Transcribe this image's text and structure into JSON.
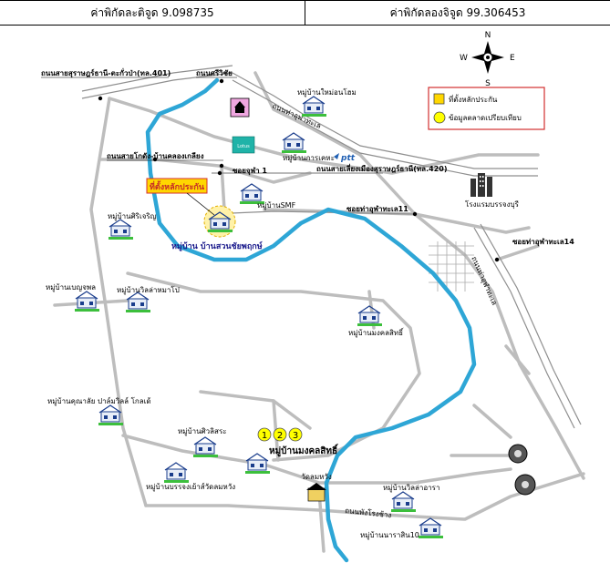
{
  "header": {
    "lat_text": "ค่าพิกัดละติจูด 9.098735",
    "lon_text": "ค่าพิกัดลองจิจูด 99.306453"
  },
  "compass": {
    "n": "N",
    "s": "S",
    "e": "E",
    "w": "W"
  },
  "legend": {
    "collateral": "ที่ตั้งหลักประกัน",
    "comparable": "ข้อมูลตลาดเปรียบเทียบ",
    "collateral_color": "#ffd700",
    "comparable_color": "#ffff00",
    "border_color": "#d32f2f"
  },
  "callout": {
    "label": "ที่ตั้งหลักประกัน",
    "project": "หมู่บ้าน บ้านสวนชัยพฤกษ์"
  },
  "roads": {
    "r401": "ถนนสายสุราษฎร์ธานี-ตะกั่วป่า(ทล.401)",
    "sri_wichai": "ถนนศรีวิชัย",
    "klong": "ถนนสายโกดัง-บ้านคลองเกลียง",
    "soi1": "ซอยจุฬา 1",
    "r420": "ถนนสายเลี่ยงเมืองสุราษฎร์ธานี(ทล.420)",
    "soi11": "ซอยท่าอุฬาทะเล11",
    "soi14": "ซอยท่าอุฬาทะเล14",
    "jula1": "ถนนท่าอุฬาทะเล",
    "jula2": "ถนนท่าอุฬาทะเล",
    "phang": "ถนนพังโรงช้าง"
  },
  "places": {
    "v_mai": "หมู่บ้านใหม่อนโฮม",
    "v_kankheha": "หมู่บ้านการเคหะ",
    "v_smf": "หมู่บ้านSMF",
    "v_sirichai": "หมู่บ้านศิริเจริญ",
    "v_benja": "หมู่บ้านเบญจพล",
    "v_villa": "หมู่บ้านวิลล่าหมาโป",
    "v_mongkol_e": "หมู่บ้านมงคลสิทธิ์",
    "v_kunakorn": "หมู่บ้านคุณาลัย ปาล์มวิลล์ โกลเด้",
    "v_siwilai": "หมู่บ้านศิวลิสระ",
    "v_mongkol": "หมู่บ้านมงคลสิทธิ์",
    "v_banrong": "หมู่บ้านบรรจงเย้าส์วัดลมหวัง",
    "v_villa_ara": "หมู่บ้านวิลล่าอารา",
    "v_nara": "หมู่บ้านนาราสิน10",
    "hotel": "โรงแรมบรรจงบุรี",
    "wat": "วัดลมหวัง",
    "ptt": "ptt",
    "lotus": "Lotus"
  },
  "markers": [
    "1",
    "2",
    "3"
  ]
}
